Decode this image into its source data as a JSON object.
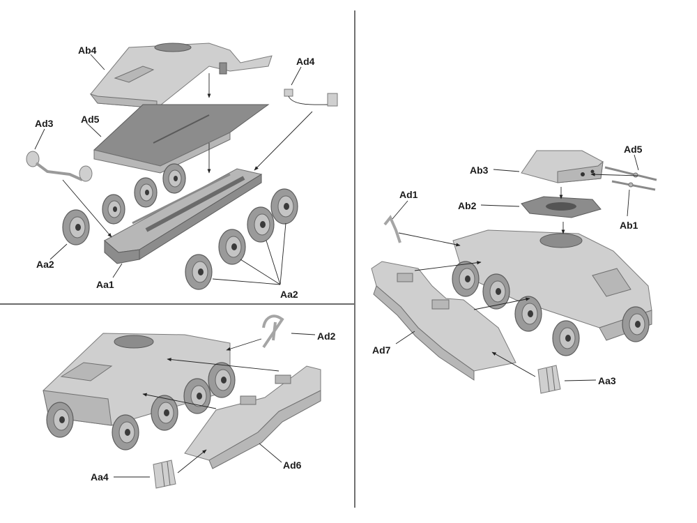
{
  "labels": {
    "ab4": "Ab4",
    "ad4": "Ad4",
    "ad3": "Ad3",
    "ad5_top": "Ad5",
    "aa2_left": "Aa2",
    "aa1": "Aa1",
    "aa2_right": "Aa2",
    "ad2": "Ad2",
    "aa4": "Aa4",
    "ad6": "Ad6",
    "ab3": "Ab3",
    "ad5_right": "Ad5",
    "ad1": "Ad1",
    "ab2": "Ab2",
    "ab1": "Ab1",
    "ad7": "Ad7",
    "aa3": "Aa3"
  },
  "colors": {
    "background": "#ffffff",
    "part": "#b7b7b7",
    "outline": "#222222"
  }
}
